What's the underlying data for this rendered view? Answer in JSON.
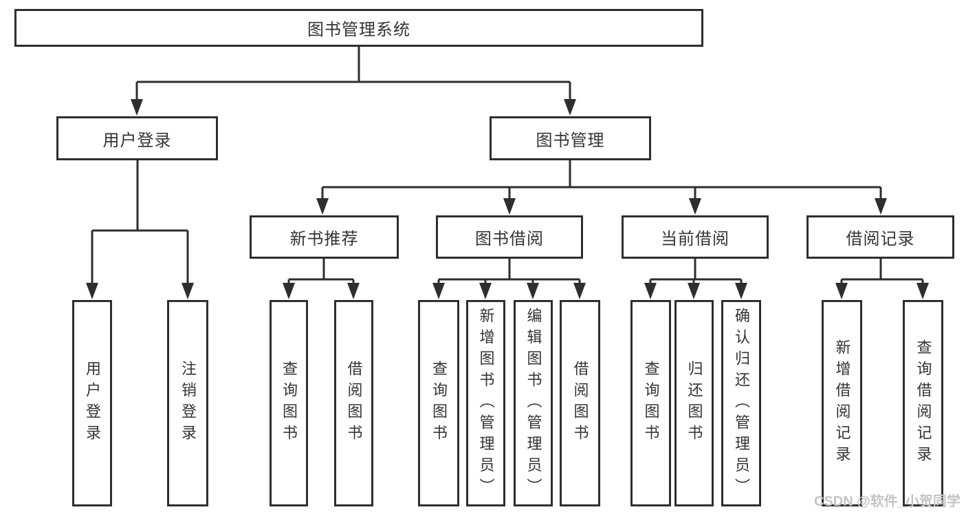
{
  "title": "图书管理系统",
  "level2": [
    "用户登录",
    "图书管理"
  ],
  "level3": [
    "新书推荐",
    "图书借阅",
    "当前借阅",
    "借阅记录"
  ],
  "leaves": {
    "login": [
      "用户登录",
      "注销登录"
    ],
    "recommend": [
      "查询图书",
      "借阅图书"
    ],
    "borrow": [
      "查询图书",
      "新增图书（管理员）",
      "编辑图书（管理员）",
      "借阅图书"
    ],
    "current": [
      "查询图书",
      "归还图书",
      "确认归还（管理员）"
    ],
    "records": [
      "新增借阅记录",
      "查询借阅记录"
    ]
  },
  "watermark": "CSDN @软件_小贺同学",
  "colors": {
    "line": "#2e2e2e",
    "box_border": "#2e2e2e",
    "box_fill": "#ffffff",
    "text": "#333333",
    "watermark_text": "#c4c4c4",
    "background": "#ffffff"
  }
}
